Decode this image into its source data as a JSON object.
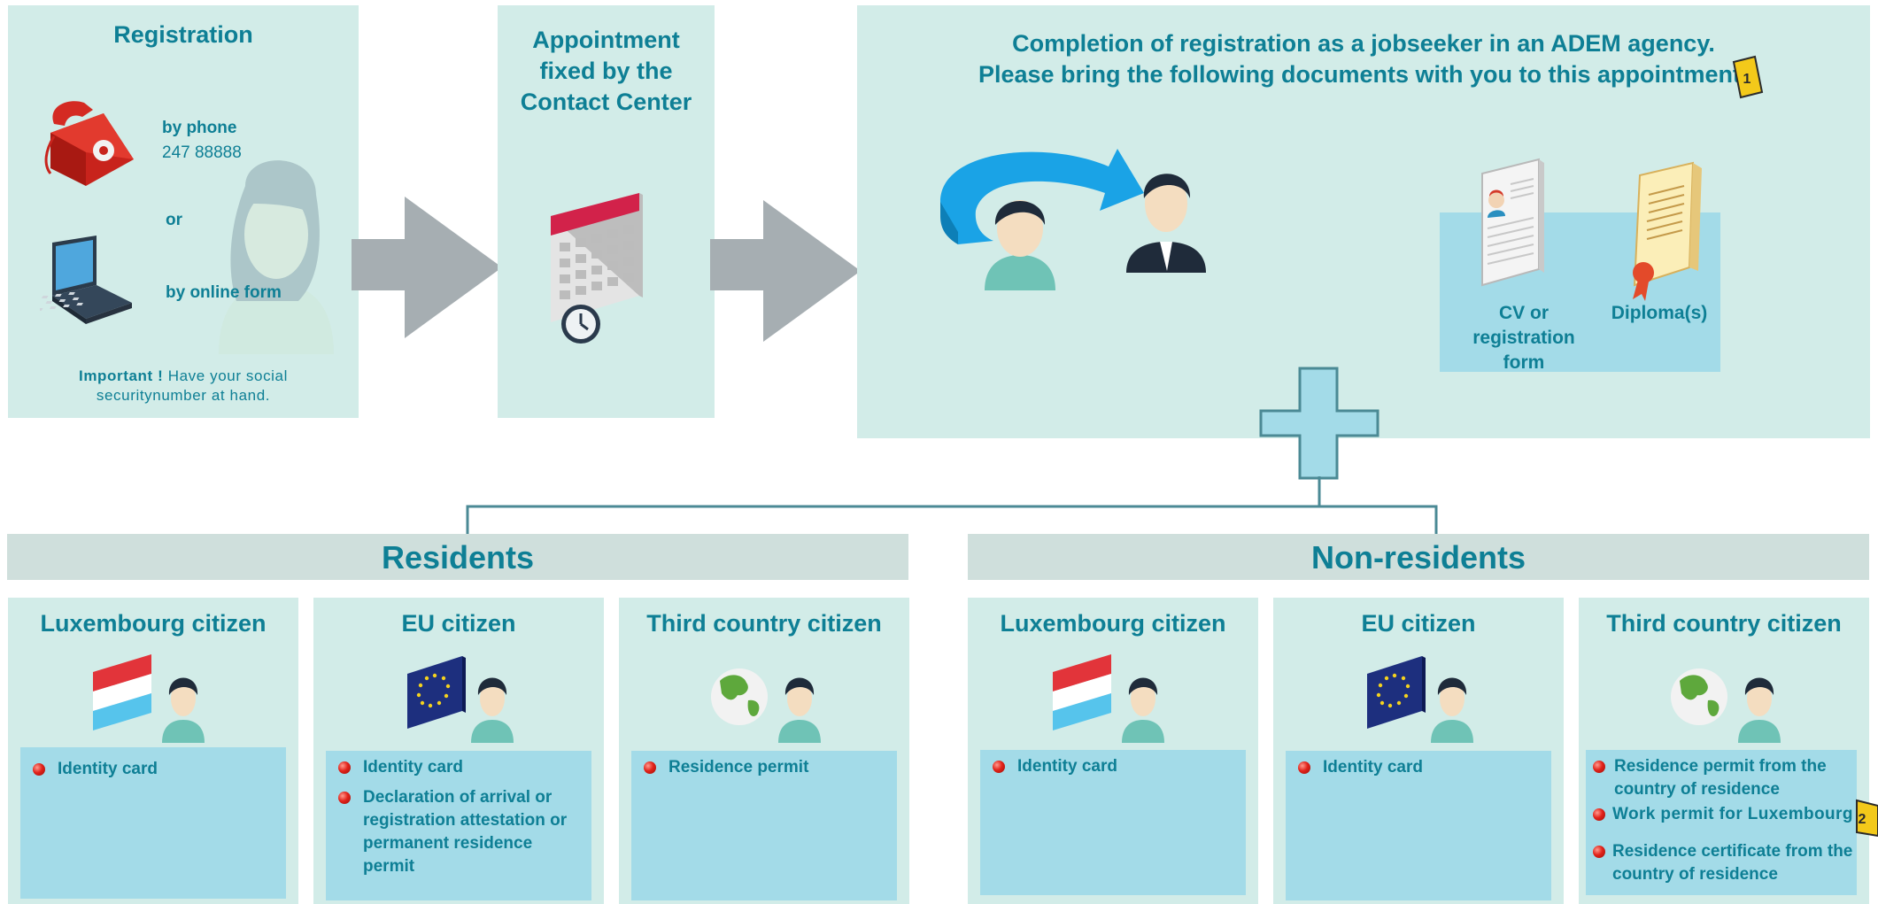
{
  "registration": {
    "title": "Registration",
    "phone_label": "by phone",
    "phone_number": "247 88888",
    "or_label": "or",
    "online_label": "by online form",
    "important_strong": "Important !",
    "important_text": " Have your social",
    "important_line2": "securitynumber at hand."
  },
  "appointment": {
    "line1": "Appointment",
    "line2": "fixed by the",
    "line3": "Contact Center"
  },
  "completion": {
    "line1": "Completion of registration as a jobseeker in an ADEM agency.",
    "line2": "Please bring the following documents with you to this appointment:",
    "badge": "1",
    "doc_cv_line1": "CV or registration",
    "doc_cv_line2": "form",
    "doc_diploma": "Diploma(s)"
  },
  "residents": {
    "header": "Residents",
    "cards": [
      {
        "title": "Luxembourg citizen",
        "items": [
          "Identity card"
        ]
      },
      {
        "title": "EU citizen",
        "items": [
          "Identity card",
          "Declaration of arrival or registration attestation or permanent residence permit"
        ]
      },
      {
        "title": "Third country citizen",
        "items": [
          "Residence permit"
        ]
      }
    ]
  },
  "nonresidents": {
    "header": "Non-residents",
    "cards": [
      {
        "title": "Luxembourg citizen",
        "items": [
          "Identity card"
        ]
      },
      {
        "title": "EU citizen",
        "items": [
          "Identity card"
        ]
      },
      {
        "title": "Third country citizen",
        "items": [
          "Residence permit from the country of residence",
          "Work permit for Luxembourg",
          "Residence certificate from the country of residence"
        ]
      }
    ],
    "badge": "2"
  },
  "colors": {
    "panel": "#d2ece8",
    "text": "#0e7f95",
    "box": "#a3dbe8",
    "arrow": "#a6aeb2",
    "header": "#cfdfdc"
  }
}
